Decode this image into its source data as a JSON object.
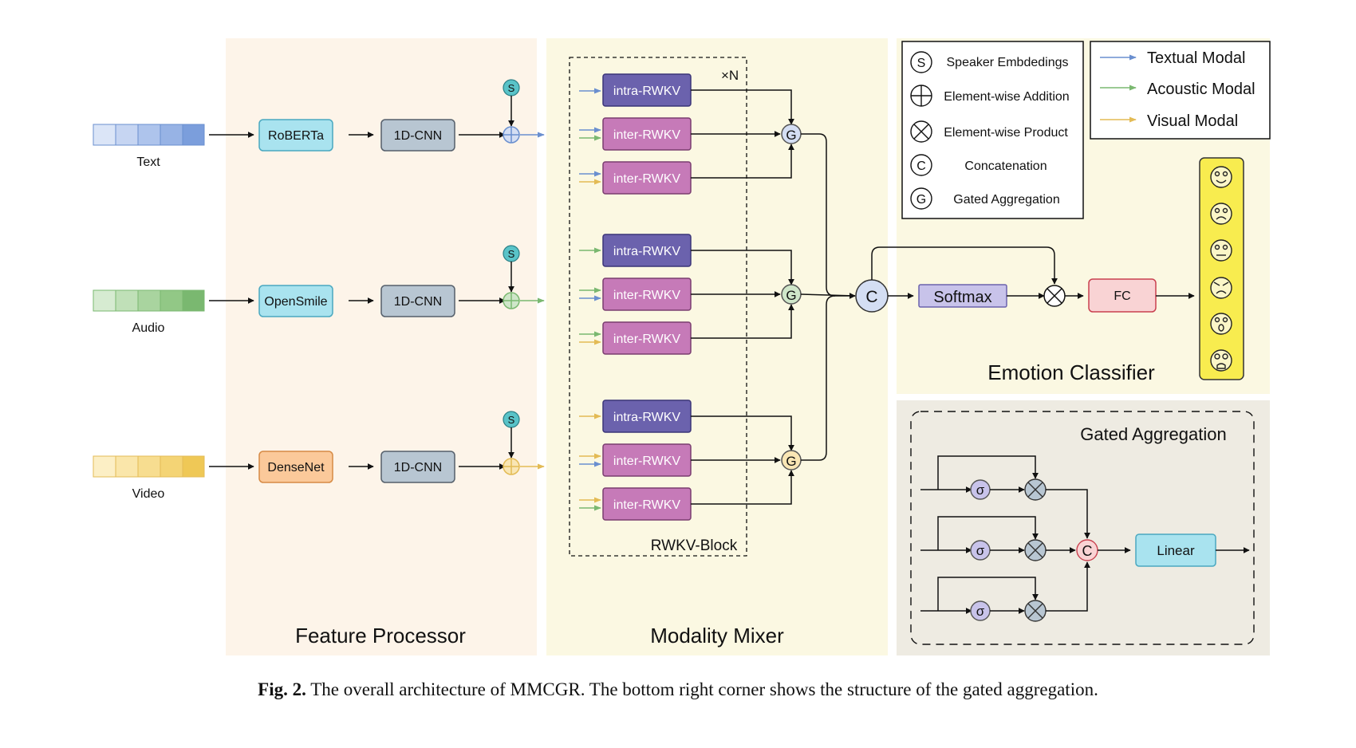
{
  "sections": {
    "feature_processor": "Feature Processor",
    "modality_mixer": "Modality Mixer",
    "emotion_classifier": "Emotion Classifier",
    "gated_aggregation": "Gated Aggregation"
  },
  "inputs": {
    "text": "Text",
    "audio": "Audio",
    "video": "Video"
  },
  "encoders": {
    "text": "RoBERTa",
    "audio": "OpenSmile",
    "video": "DenseNet",
    "cnn": "1D-CNN"
  },
  "symbols": {
    "speaker": "S",
    "gated": "G",
    "concat": "C",
    "sigma": "σ"
  },
  "blocks": {
    "intra": "intra-RWKV",
    "inter": "inter-RWKV",
    "repeat": "×N",
    "block_label": "RWKV-Block",
    "softmax": "Softmax",
    "fc": "FC",
    "linear": "Linear"
  },
  "legend_ops": {
    "speaker": "Speaker Embdedings",
    "addition": "Element-wise Addition",
    "product": "Element-wise Product",
    "concat": "Concatenation",
    "gated": "Gated Aggregation"
  },
  "legend_modal": {
    "textual": "Textual Modal",
    "acoustic": "Acoustic Modal",
    "visual": "Visual Modal"
  },
  "colors": {
    "textual": "#6a8fcf",
    "acoustic": "#7ab870",
    "visual": "#e3bb55",
    "intra": "#6b62ad",
    "inter": "#c67ab8",
    "speaker": "#59c3c8"
  },
  "emotion_icons": [
    "smile-face-icon",
    "sad-face-icon",
    "neutral-face-icon",
    "angry-face-icon",
    "surprise-face-icon",
    "fear-face-icon"
  ],
  "caption": {
    "label": "Fig. 2.",
    "text": " The overall architecture of MMCGR. The bottom right corner shows the structure of the gated aggregation."
  }
}
